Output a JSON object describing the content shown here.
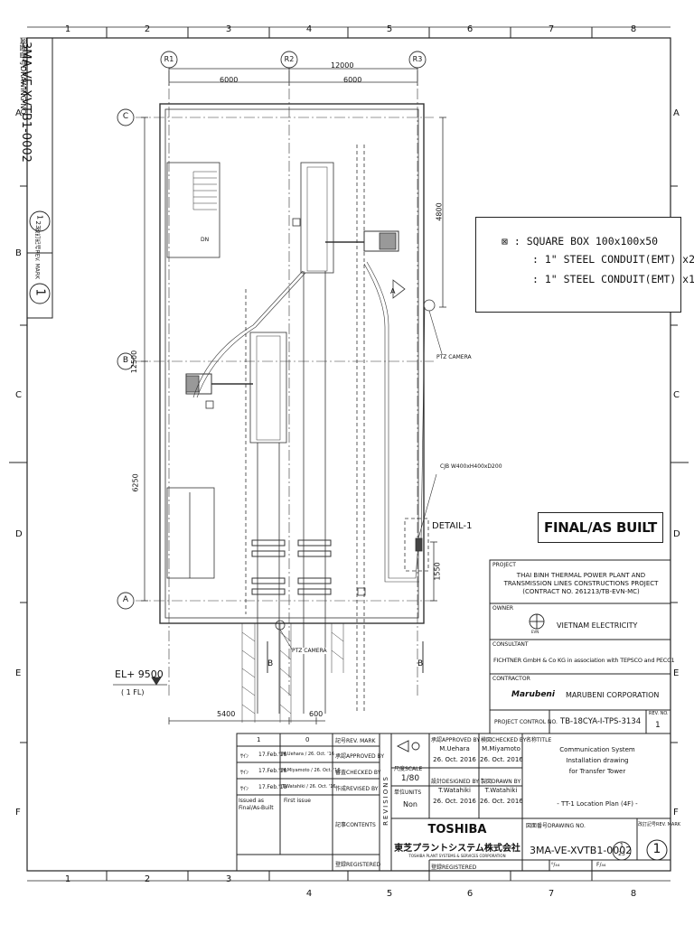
{
  "grid": {
    "cols": [
      "1",
      "2",
      "3",
      "4",
      "5",
      "6",
      "7",
      "8"
    ],
    "rows": [
      "A",
      "B",
      "C",
      "D",
      "E",
      "F"
    ]
  },
  "side_block": {
    "drawing_no_label": "図面番号DRAWING NO.",
    "drawing_no": "3MA-VE-XVTB1-0002",
    "sheet_num": "1",
    "sheet_den": "23",
    "rev_label": "改訂記号REV. MARK",
    "rev": "1"
  },
  "plan": {
    "axes": [
      "R1",
      "R2",
      "R3",
      "C",
      "B",
      "A"
    ],
    "dims": {
      "top_total": "12000",
      "top_left": "6000",
      "top_right": "6000",
      "left_total": "12500",
      "left_lower": "6250",
      "right_upper": "4800",
      "right_lower": "1550",
      "bottom_left": "5400",
      "bottom_right": "600"
    },
    "labels": {
      "dn": "DN",
      "ptz_camera_1": "PTZ CAMERA",
      "ptz_camera_2": "PTZ CAMERA",
      "cjb": "CJB W400xH400xD200",
      "detail": "DETAIL-1",
      "section_a": "A",
      "section_b": "B",
      "section_b2": "B",
      "elevation": "EL+ 9500",
      "floor": "( 1 FL)"
    }
  },
  "legend": {
    "line1": "⊠ : SQUARE BOX 100x100x50",
    "line2": ": 1\" STEEL CONDUIT(EMT) x2",
    "line3": ": 1\" STEEL CONDUIT(EMT) x1"
  },
  "final_stamp": "FINAL/AS BUILT",
  "title_block": {
    "project_label": "PROJECT",
    "project_l1": "THAI BINH THERMAL POWER PLANT AND",
    "project_l2": "TRANSMISSION LINES CONSTRUCTIONS PROJECT",
    "project_l3": "(CONTRACT NO. 261213/TB-EVN-MC)",
    "owner_label": "OWNER",
    "owner": "VIETNAM ELECTRICITY",
    "owner_logo_text": "EVN",
    "consultant_label": "CONSULTANT",
    "consultant": "FICHTNER GmbH & Co KG in association with TEPSCO and PECC1",
    "contractor_label": "CONTRACTOR",
    "contractor_logo": "Marubeni",
    "contractor": "MARUBENI CORPORATION",
    "pcn_label": "PROJECT CONTROL NO.",
    "pcn": "TB-18CYA-I-TPS-3134",
    "rev_no_label": "REV. NO.",
    "rev_no": "1"
  },
  "revisions": {
    "headers": [
      "1",
      "0"
    ],
    "row_labels": [
      "承認APPROVED BY",
      "審査CHECKED BY",
      "作成REVISED BY"
    ],
    "rev_mark_label": "記号REV. MARK",
    "rows": [
      {
        "sign": "ｻｲﾝ",
        "c1": "17.Feb.'18",
        "c2": "M.Uehara / 26. Oct. '16"
      },
      {
        "sign": "ｻｲﾝ",
        "c1": "17.Feb.'18",
        "c2": "M.Miyamoto / 26. Oct. '16"
      },
      {
        "sign": "ｻｲﾝ",
        "c1": "17.Feb.'18",
        "c2": "T.Watahiki / 26. Oct. '16"
      }
    ],
    "issued_1": "Issued as",
    "issued_2": "Final/As-Built",
    "first_issue": "First issue",
    "contents_label": "記事CONTENTS",
    "registered_label": "登録REGISTERED",
    "revisions_vertical": "REVISIONS"
  },
  "approval": {
    "approved_label": "承認APPROVED BY",
    "approved_name": "M.Uehara",
    "approved_date": "26. Oct. 2016",
    "checked_label": "検図CHECKED BY",
    "checked_name": "M.Miyamoto",
    "checked_date": "26. Oct. 2016",
    "scale_label": "尺度SCALE",
    "scale": "1/80",
    "designed_label": "設計DESIGNED BY",
    "designed_name": "T.Watahiki",
    "designed_date": "26. Oct. 2016",
    "drawn_label": "製図DRAWN BY",
    "drawn_name": "T.Watahiki",
    "drawn_date": "26. Oct. 2016",
    "units_label": "単位UNITS",
    "units": "Non"
  },
  "title": {
    "label": "名称TITLE",
    "l1": "Communication System",
    "l2": "Installation drawing",
    "l3": "for Transfer Tower",
    "l4": "- TT-1 Location Plan (4F) -"
  },
  "company": {
    "name": "TOSHIBA",
    "jp": "東芝プラントシステム株式会社",
    "en": "TOSHIBA PLANT SYSTEMS & SERVICES CORPORATION"
  },
  "drawing": {
    "label": "図面番号DRAWING NO.",
    "no": "3MA-VE-XVTB1-0002",
    "sheet_num": "1",
    "sheet_den": "23",
    "rev_label": "改訂記号REV. MARK",
    "rev": "1",
    "registered": "登録REGISTERED",
    "mark1": "⁰/₄₄",
    "mark2": "F/₄₄"
  }
}
